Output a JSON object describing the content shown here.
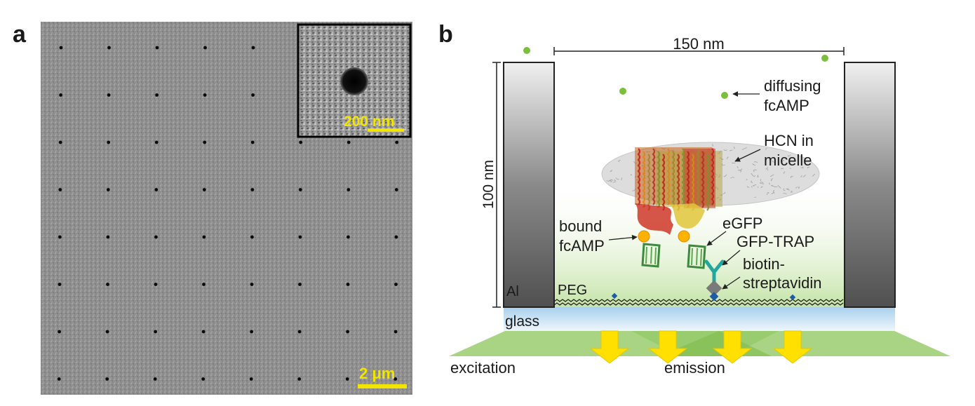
{
  "panel_a": {
    "letter": "a",
    "inset_scale_label": "200 nm",
    "scale_label": "2 μm",
    "colors": {
      "background": "#8f8f8f",
      "scale_text": "#f2e600"
    }
  },
  "panel_b": {
    "letter": "b",
    "width_label": "150 nm",
    "height_label": "100 nm",
    "labels": {
      "diffusing": "diffusing",
      "fcamp_free": "fcAMP",
      "hcn": "HCN in",
      "micelle": "micelle",
      "egfp": "eGFP",
      "bound": "bound",
      "fcamp_bound": "fcAMP",
      "gfp_trap": "GFP-TRAP",
      "biotin": "biotin-",
      "streptavidin": "streptavidin",
      "al": "Al",
      "peg": "PEG",
      "glass": "glass",
      "excitation": "excitation",
      "emission": "emission"
    },
    "colors": {
      "ligand": "#7cbf3c",
      "excitation": "#8cc64a",
      "arrow": "#ffe000",
      "glass": "#cfe5f5",
      "bound_fcamp": "#ffb300"
    }
  }
}
